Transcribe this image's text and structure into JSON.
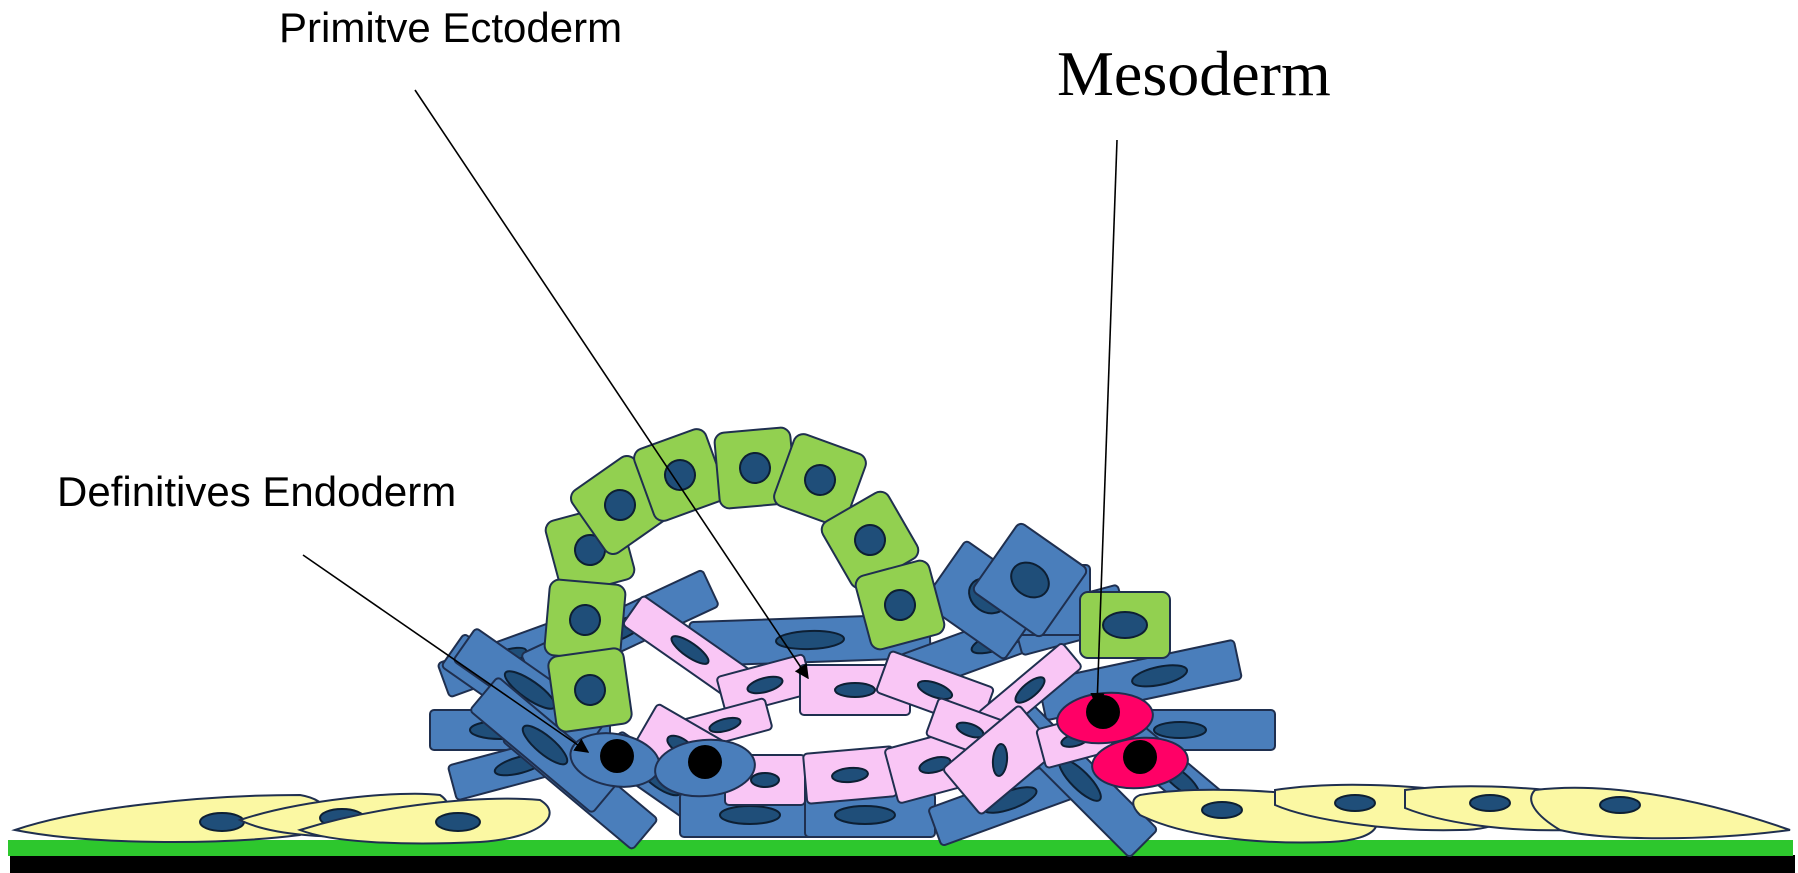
{
  "labels": {
    "ectoderm": "Primitve Ectoderm",
    "mesoderm": "Mesoderm",
    "endoderm": "Definitives Endoderm"
  },
  "colors": {
    "substrate_green": "#2dc72d",
    "substrate_black": "#000000",
    "blue_cell": "#4a7ebb",
    "pink_cell": "#f9c6f5",
    "green_cell": "#92d050",
    "yellow_cell": "#fbf8a3",
    "red_cell": "#ff0066",
    "nucleus": "#1f4e79"
  }
}
